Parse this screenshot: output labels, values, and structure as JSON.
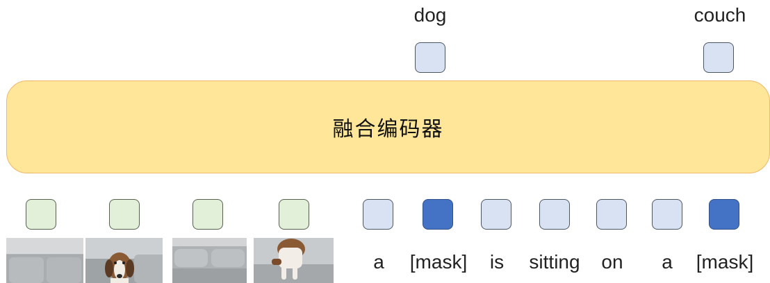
{
  "encoder": {
    "label": "融合编码器",
    "fill_color": "#ffe699",
    "border_color": "#f0b86b"
  },
  "outputs": [
    {
      "label": "dog",
      "token_type": "output"
    },
    {
      "label": "couch",
      "token_type": "output"
    }
  ],
  "image_tokens": [
    {
      "token_type": "image",
      "frame": "sofa-frame"
    },
    {
      "token_type": "image",
      "frame": "dog-frame"
    },
    {
      "token_type": "image",
      "frame": "sofa-cushions-frame"
    },
    {
      "token_type": "image",
      "frame": "dog-legs-frame"
    }
  ],
  "text_tokens": [
    {
      "label": "a",
      "masked": false
    },
    {
      "label": "[mask]",
      "masked": true
    },
    {
      "label": "is",
      "masked": false
    },
    {
      "label": "sitting",
      "masked": false
    },
    {
      "label": "on",
      "masked": false
    },
    {
      "label": "a",
      "masked": false
    },
    {
      "label": "[mask]",
      "masked": true
    }
  ],
  "colors": {
    "text_token": "#d9e2f2",
    "masked_token": "#4472c4",
    "image_token": "#e2efd9"
  }
}
